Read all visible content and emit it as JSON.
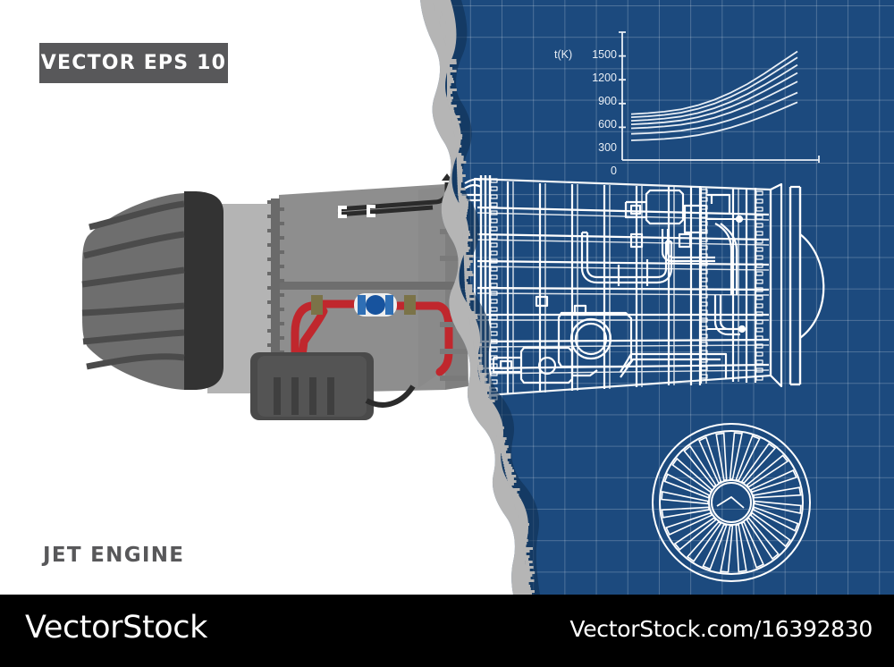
{
  "badge": {
    "label": "VECTOR EPS 10",
    "bg_color": "#58585a",
    "text_color": "#ffffff"
  },
  "title": {
    "text": "JET ENGINE",
    "color": "#58585a"
  },
  "footer": {
    "brand": "VectorStock",
    "url": "VectorStock.com/16392830",
    "bg_color": "#000000"
  },
  "canvas": {
    "paper_color": "#ffffff",
    "blueprint_color": "#1c4a7e",
    "blueprint_grid_color": "#5d86ad",
    "tear_edge_color": "#b3b3b3",
    "line_color": "#ffffff"
  },
  "engine_photo": {
    "name": "jet-engine-grayscale",
    "colors": {
      "fan_blades": "#6e6e6e",
      "fan_blade_shadow": "#4b4b4b",
      "fan_ring": "#3a3a3a",
      "nacelle_light": "#b3b3b3",
      "nacelle_mid": "#8c8c8c",
      "nacelle_dark": "#7a7a7a",
      "accessory_box": "#4a4a4a",
      "hose_red": "#c0272d",
      "valve_blue": "#1b5aa8",
      "clamp_olive": "#7b7348",
      "tube_black": "#2b2b2b"
    }
  },
  "chart_data": {
    "type": "line",
    "title": "",
    "xlabel": "",
    "ylabel": "t(K)",
    "ylim": [
      0,
      1500
    ],
    "yticks": [
      0,
      300,
      600,
      900,
      1200,
      1500
    ],
    "ytick_labels": [
      "0",
      "300",
      "600",
      "900",
      "1200",
      "1500"
    ],
    "xlim": [
      0,
      10
    ],
    "grid": true,
    "legend": "none",
    "x": [
      0,
      1,
      2,
      3,
      4,
      5,
      6,
      7,
      8,
      9,
      10
    ],
    "series": [
      {
        "name": "curve-1",
        "values": [
          580,
          592,
          610,
          640,
          690,
          760,
          850,
          960,
          1090,
          1230,
          1370
        ]
      },
      {
        "name": "curve-2",
        "values": [
          540,
          552,
          570,
          598,
          645,
          712,
          798,
          902,
          1025,
          1158,
          1295
        ]
      },
      {
        "name": "curve-3",
        "values": [
          495,
          506,
          523,
          549,
          592,
          654,
          734,
          832,
          946,
          1070,
          1200
        ]
      },
      {
        "name": "curve-4",
        "values": [
          450,
          460,
          476,
          500,
          540,
          597,
          672,
          762,
          868,
          982,
          1100
        ]
      },
      {
        "name": "curve-5",
        "values": [
          400,
          409,
          424,
          446,
          482,
          534,
          602,
          684,
          780,
          884,
          990
        ]
      },
      {
        "name": "curve-6",
        "values": [
          330,
          338,
          351,
          371,
          403,
          449,
          509,
          582,
          667,
          758,
          852
        ]
      },
      {
        "name": "curve-7",
        "values": [
          248,
          255,
          266,
          284,
          313,
          355,
          410,
          477,
          555,
          640,
          730
        ]
      }
    ]
  },
  "blueprint_engine": {
    "name": "jet-engine-blueprint-outline",
    "parts": [
      "front-flange",
      "casing-framework",
      "accessory-gearbox",
      "piping",
      "combustor-housing",
      "rear-flange",
      "exhaust-cone"
    ]
  },
  "turbine_fan": {
    "name": "turbine-fan-front-view",
    "blade_count": 24,
    "hub_radius": 24,
    "inner_radius": 80,
    "outer_radius": 88
  }
}
